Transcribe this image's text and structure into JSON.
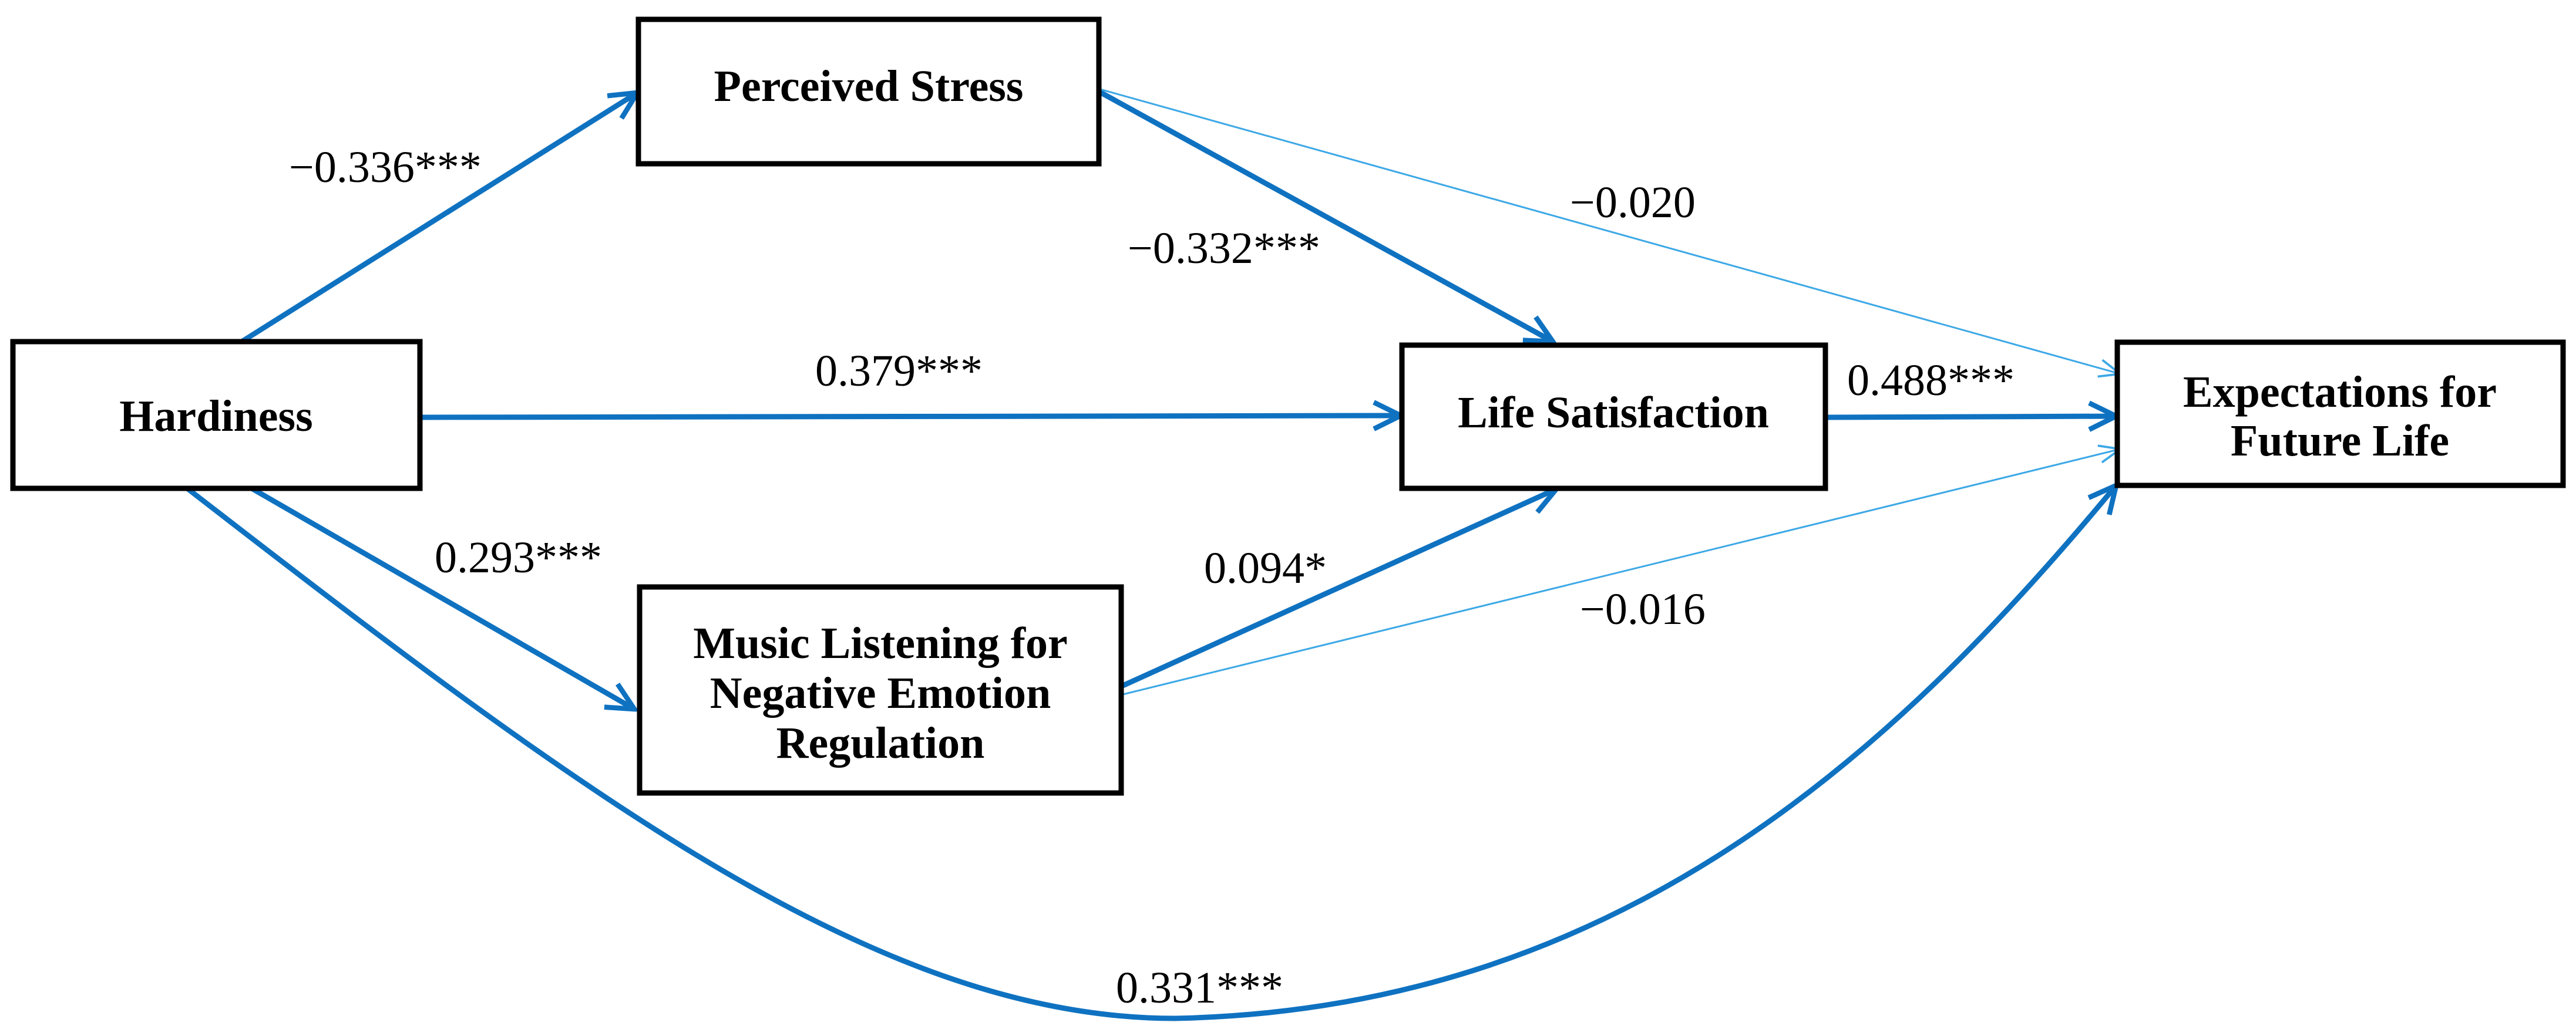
{
  "colors": {
    "path_strong": "#0f72c1",
    "path_weak": "#3da8e6",
    "box_border": "#000000",
    "text": "#000000"
  },
  "nodes": {
    "hardiness": {
      "lines": [
        "Hardiness"
      ]
    },
    "perceived_stress": {
      "lines": [
        "Perceived Stress"
      ]
    },
    "music_listening": {
      "lines": [
        "Music Listening for",
        "Negative Emotion",
        "Regulation"
      ]
    },
    "life_satisfaction": {
      "lines": [
        "Life Satisfaction"
      ]
    },
    "expectations": {
      "lines": [
        "Expectations for",
        "Future Life"
      ]
    }
  },
  "paths": [
    {
      "from": "Hardiness",
      "to": "Perceived Stress",
      "coefficient": "−0.336***",
      "significant": true
    },
    {
      "from": "Hardiness",
      "to": "Life Satisfaction",
      "coefficient": "0.379***",
      "significant": true
    },
    {
      "from": "Hardiness",
      "to": "Music Listening for Negative Emotion Regulation",
      "coefficient": "0.293***",
      "significant": true
    },
    {
      "from": "Hardiness",
      "to": "Expectations for Future Life",
      "coefficient": "0.331***",
      "significant": true
    },
    {
      "from": "Perceived Stress",
      "to": "Life Satisfaction",
      "coefficient": "−0.332***",
      "significant": true
    },
    {
      "from": "Perceived Stress",
      "to": "Expectations for Future Life",
      "coefficient": "−0.020",
      "significant": false
    },
    {
      "from": "Music Listening for Negative Emotion Regulation",
      "to": "Life Satisfaction",
      "coefficient": "0.094*",
      "significant": true
    },
    {
      "from": "Music Listening for Negative Emotion Regulation",
      "to": "Expectations for Future Life",
      "coefficient": "−0.016",
      "significant": false
    },
    {
      "from": "Life Satisfaction",
      "to": "Expectations for Future Life",
      "coefficient": "0.488***",
      "significant": true
    }
  ]
}
